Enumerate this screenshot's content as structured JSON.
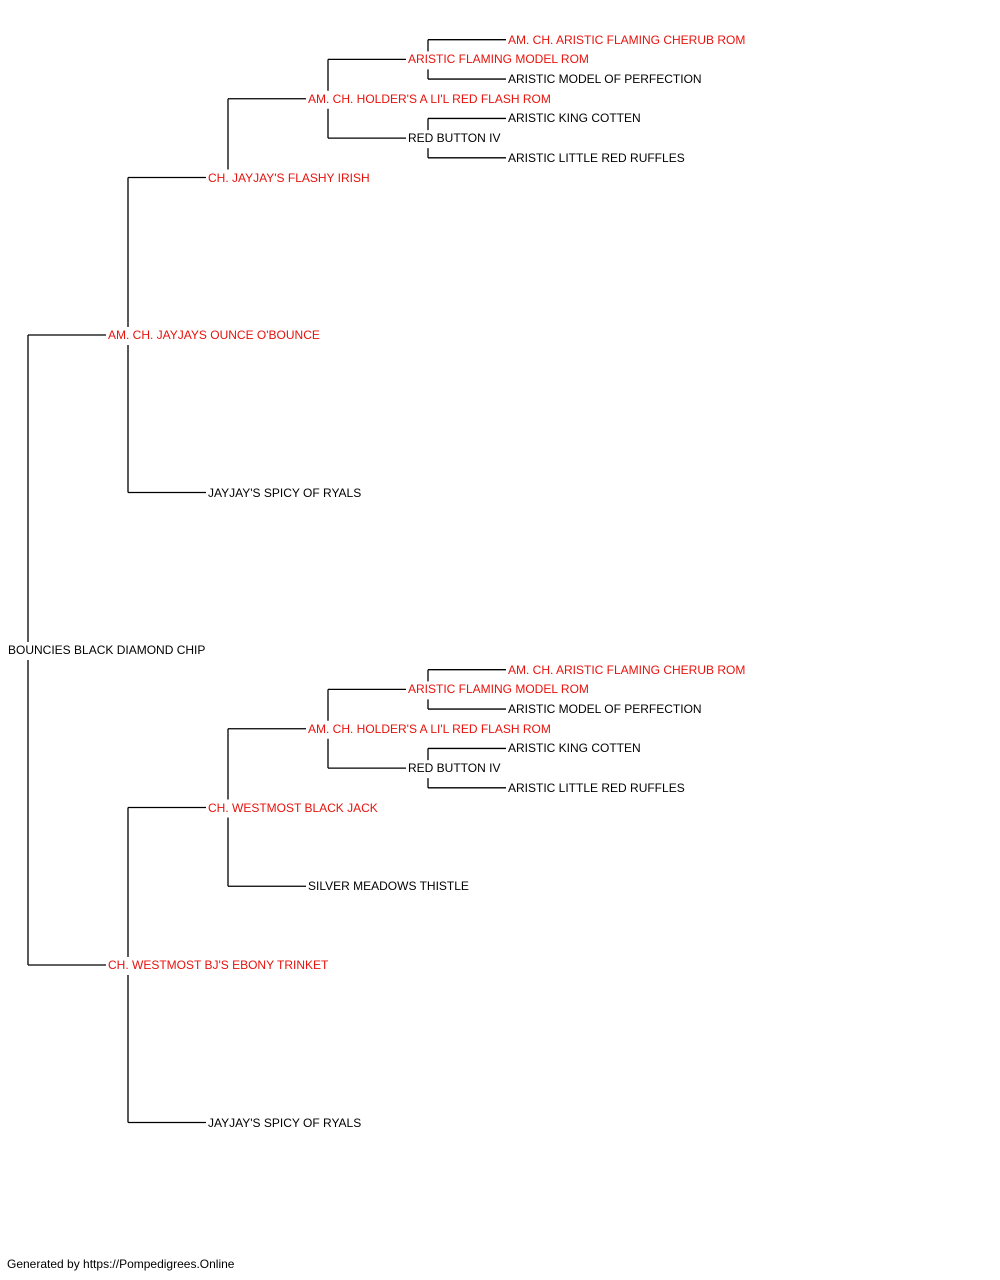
{
  "colors": {
    "champion": "#e8120c",
    "regular": "#000000",
    "line": "#000000"
  },
  "pedigree": {
    "name": "BOUNCIES BLACK DIAMOND CHIP",
    "champion": false,
    "sire": {
      "name": "AM. CH. JAYJAYS OUNCE O'BOUNCE",
      "champion": true,
      "sire": {
        "name": "CH. JAYJAY'S FLASHY IRISH",
        "champion": true,
        "sire": {
          "name": "AM. CH. HOLDER'S A LI'L RED FLASH ROM",
          "champion": true,
          "sire": {
            "name": "ARISTIC FLAMING MODEL ROM",
            "champion": true,
            "sire": {
              "name": "AM. CH. ARISTIC FLAMING CHERUB ROM",
              "champion": true
            },
            "dam": {
              "name": "ARISTIC MODEL OF PERFECTION",
              "champion": false
            }
          },
          "dam": {
            "name": "RED BUTTON IV",
            "champion": false,
            "sire": {
              "name": "ARISTIC KING COTTEN",
              "champion": false
            },
            "dam": {
              "name": "ARISTIC LITTLE RED RUFFLES",
              "champion": false
            }
          }
        }
      },
      "dam": {
        "name": "JAYJAY'S SPICY OF RYALS",
        "champion": false
      }
    },
    "dam": {
      "name": "CH. WESTMOST BJ'S EBONY TRINKET",
      "champion": true,
      "sire": {
        "name": "CH. WESTMOST BLACK JACK",
        "champion": true,
        "sire": {
          "name": "AM. CH. HOLDER'S A LI'L RED FLASH ROM",
          "champion": true,
          "sire": {
            "name": "ARISTIC FLAMING MODEL ROM",
            "champion": true,
            "sire": {
              "name": "AM. CH. ARISTIC FLAMING CHERUB ROM",
              "champion": true
            },
            "dam": {
              "name": "ARISTIC MODEL OF PERFECTION",
              "champion": false
            }
          },
          "dam": {
            "name": "RED BUTTON IV",
            "champion": false,
            "sire": {
              "name": "ARISTIC KING COTTEN",
              "champion": false
            },
            "dam": {
              "name": "ARISTIC LITTLE RED RUFFLES",
              "champion": false
            }
          }
        },
        "dam": {
          "name": "SILVER MEADOWS THISTLE",
          "champion": false
        }
      },
      "dam": {
        "name": "JAYJAY'S SPICY OF RYALS",
        "champion": false
      }
    }
  },
  "footer": "Generated by https://Pompedigrees.Online"
}
